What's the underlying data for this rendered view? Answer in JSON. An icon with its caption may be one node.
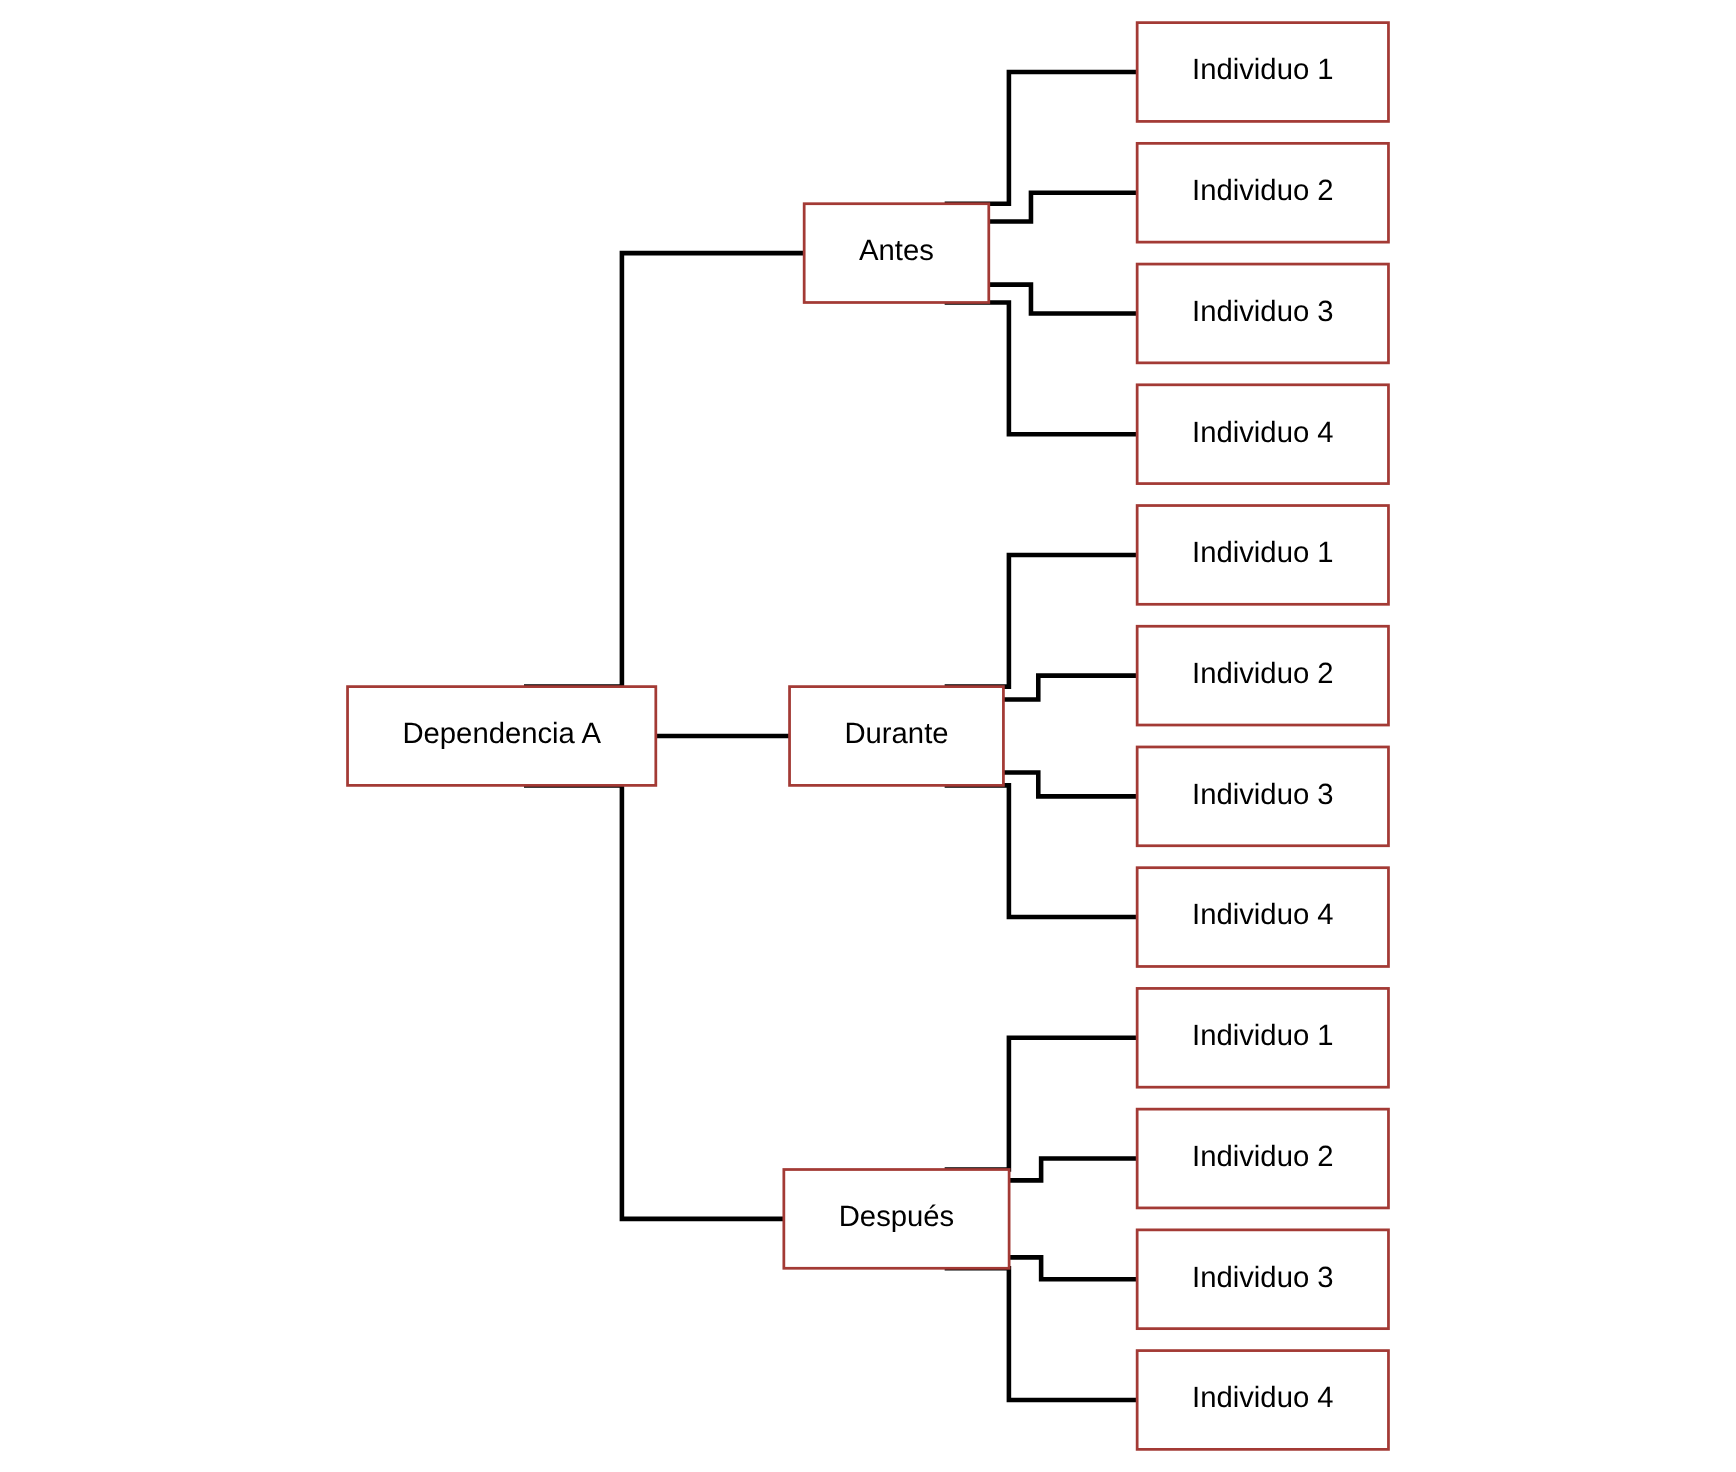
{
  "diagram": {
    "nodes": [
      {
        "text": [
          "Dependencia A"
        ]
      },
      {
        "text": [
          "Antes"
        ]
      },
      {
        "text": [
          "Individuo 1"
        ]
      },
      {
        "text": [
          "Individuo 2"
        ]
      },
      {
        "text": [
          "Individuo 3"
        ]
      },
      {
        "text": [
          "Individuo 4"
        ]
      },
      {
        "text": [
          "Durante"
        ]
      },
      {
        "text": [
          "Individuo 1"
        ]
      },
      {
        "text": [
          "Individuo 2"
        ]
      },
      {
        "text": [
          "Individuo 3"
        ]
      },
      {
        "text": [
          "Individuo 4"
        ]
      },
      {
        "text": [
          "Después"
        ]
      },
      {
        "text": [
          "Individuo 1"
        ]
      },
      {
        "text": [
          "Individuo 2"
        ]
      },
      {
        "text": [
          "Individuo 3"
        ]
      },
      {
        "text": [
          "Individuo 4"
        ]
      }
    ],
    "edges": [
      {
        "from": 0,
        "to": 1,
        "arrow": "none"
      },
      {
        "from": 0,
        "to": 6,
        "arrow": "none"
      },
      {
        "from": 0,
        "to": 11,
        "arrow": "none"
      },
      {
        "from": 1,
        "to": 2,
        "arrow": "none"
      },
      {
        "from": 1,
        "to": 3,
        "arrow": "none"
      },
      {
        "from": 1,
        "to": 4,
        "arrow": "none"
      },
      {
        "from": 1,
        "to": 5,
        "arrow": "none"
      },
      {
        "from": 6,
        "to": 7,
        "arrow": "none"
      },
      {
        "from": 6,
        "to": 8,
        "arrow": "none"
      },
      {
        "from": 6,
        "to": 9,
        "arrow": "none"
      },
      {
        "from": 6,
        "to": 10,
        "arrow": "none"
      },
      {
        "from": 11,
        "to": 12,
        "arrow": "none"
      },
      {
        "from": 11,
        "to": 13,
        "arrow": "none"
      },
      {
        "from": 11,
        "to": 14,
        "arrow": "none"
      },
      {
        "from": 11,
        "to": 15,
        "arrow": "none"
      }
    ]
  }
}
